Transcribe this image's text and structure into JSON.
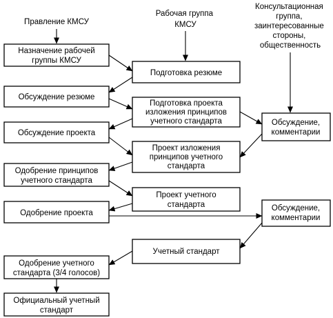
{
  "headers": {
    "kmsu_board": "Правление КМСУ",
    "working_group": [
      "Рабочая группа",
      "КМСУ"
    ],
    "consultative": [
      "Консультационная",
      "группа,",
      "заинтересованные",
      "стороны,",
      "общественность"
    ]
  },
  "boxes": {
    "appoint_group": [
      "Назначение рабочей",
      "группы КМСУ"
    ],
    "prepare_summary": [
      "Подготовка резюме"
    ],
    "discuss_summary": [
      "Обсуждение резюме"
    ],
    "prepare_draft_principles": [
      "Подготовка проекта",
      "изложения принципов",
      "учетного стандарта"
    ],
    "discussion_comments_1": [
      "Обсуждение,",
      "комментарии"
    ],
    "discuss_draft": [
      "Обсуждение проекта"
    ],
    "draft_principles": [
      "Проект изложения",
      "принципов учетного",
      "стандарта"
    ],
    "approve_principles": [
      "Одобрение принципов",
      "учетного стандарта"
    ],
    "draft_standard": [
      "Проект учетного",
      "стандарта"
    ],
    "approve_draft": [
      "Одобрение проекта"
    ],
    "discussion_comments_2": [
      "Обсуждение,",
      "комментарии"
    ],
    "accounting_standard": [
      "Учетный стандарт"
    ],
    "approve_standard": [
      "Одобрение учетного",
      "стандарта (3/4 голосов)"
    ],
    "official_standard": [
      "Официальный учетный",
      "стандарт"
    ]
  }
}
